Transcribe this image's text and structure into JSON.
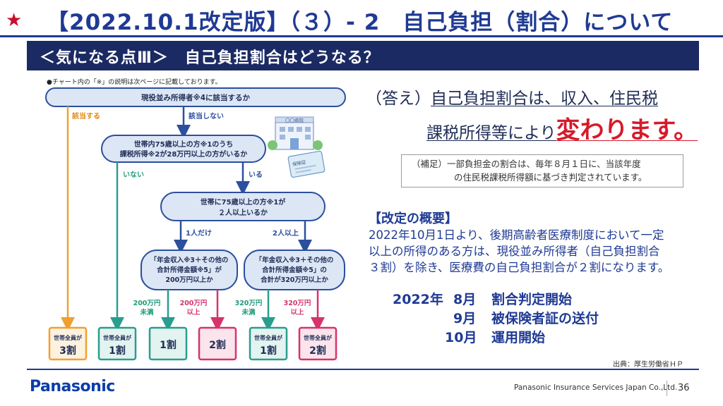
{
  "header": {
    "star": "★",
    "title": "【2022.10.1改定版】（３）- 2　自己負担（割合）について",
    "subtitle": "＜気になる点Ⅲ＞　自己負担割合はどうなる？"
  },
  "note": "●チャート内の「※」の説明は次ページに記載しております。",
  "flowchart": {
    "q1": "現役並み所得者※4に該当するか",
    "q1_yes": "該当する",
    "q1_no": "該当しない",
    "q2_line1": "世帯内75歳以上の方※1のうち",
    "q2_line2": "課税所得※2が28万円以上の方がいるか",
    "q2_no": "いない",
    "q2_yes": "いる",
    "q3_line1": "世帯に75歳以上の方※1が",
    "q3_line2": "２人以上いるか",
    "q3_one": "1人だけ",
    "q3_two": "2人以上",
    "q4a_line1": "「年金収入※3＋その他の",
    "q4a_line2": "合計所得金額※5」が",
    "q4a_line3": "200万円以上か",
    "q4b_line1": "「年金収入※3＋その他の",
    "q4b_line2": "合計所得金額※5」の",
    "q4b_line3": "合計が320万円以上か",
    "b4a_under_1": "200万円",
    "b4a_under_2": "未満",
    "b4a_over_1": "200万円",
    "b4a_over_2": "以上",
    "b4b_under_1": "320万円",
    "b4b_under_2": "未満",
    "b4b_over_1": "320万円",
    "b4b_over_2": "以上",
    "r1_line1": "世帯全員が",
    "r1_line2": "3割",
    "r2_line1": "世帯全員が",
    "r2_line2": "1割",
    "r3": "1割",
    "r4": "2割",
    "r5_line1": "世帯全員が",
    "r5_line2": "1割",
    "r6_line1": "世帯全員が",
    "r6_line2": "2割",
    "hospital_sign": "〇〇病院",
    "card_label": "保険証",
    "colors": {
      "blue": "#2c4f9e",
      "light_blue": "#dce6f5",
      "orange": "#f0a030",
      "teal": "#2a9d8f",
      "pink": "#d6336c",
      "teal_text": "#1f9a7a",
      "pink_text": "#d6336c",
      "orange_text": "#e08a1a"
    }
  },
  "answer": {
    "lead": "（答え）",
    "line1": "自己負担割合は、収入、住民税",
    "line2": "課税所得等により",
    "emphasis": "変わります。"
  },
  "supplement": {
    "line1": "（補足）一部負担金の割合は、毎年８月１日に、当該年度",
    "line2": "の住民税課税所得額に基づき判定されています。"
  },
  "revision": {
    "heading": "【改定の概要】",
    "line1": "2022年10月1日より、後期高齢者医療制度において一定",
    "line2": "以上の所得のある方は、現役並み所得者（自己負担割合",
    "line3": "３割）を除き、医療費の自己負担割合が２割になります。"
  },
  "schedule": [
    {
      "year": "2022年",
      "month": "8月",
      "event": "割合判定開始"
    },
    {
      "year": "",
      "month": "9月",
      "event": "被保険者証の送付"
    },
    {
      "year": "",
      "month": "10月",
      "event": "運用開始"
    }
  ],
  "source": "出典：厚生労働省ＨＰ",
  "footer": {
    "logo": "Panasonic",
    "company": "Panasonic Insurance Services Japan Co.,Ltd.",
    "page": "36"
  }
}
